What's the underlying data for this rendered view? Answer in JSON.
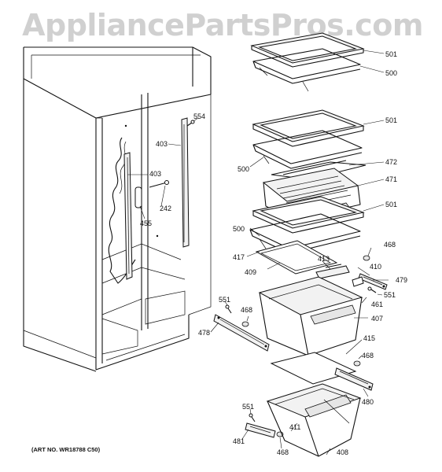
{
  "watermark": "AppliancePartsPros.com",
  "art_number": "(ART NO. WR18788 C50)",
  "callouts": {
    "c501a": "501",
    "c500a": "500",
    "c554": "554",
    "c403a": "403",
    "c501b": "501",
    "c500b": "500",
    "c472": "472",
    "c403b": "403",
    "c471": "471",
    "c242": "242",
    "c455": "455",
    "c501c": "501",
    "c500c": "500",
    "c468a": "468",
    "c417": "417",
    "c413": "413",
    "c410": "410",
    "c409": "409",
    "c479": "479",
    "c551a": "551",
    "c551b": "551",
    "c461": "461",
    "c468b": "468",
    "c407": "407",
    "c478": "478",
    "c415": "415",
    "c468c": "468",
    "c480": "480",
    "c551c": "551",
    "c411": "411",
    "c481": "481",
    "c468d": "468",
    "c408": "408"
  }
}
